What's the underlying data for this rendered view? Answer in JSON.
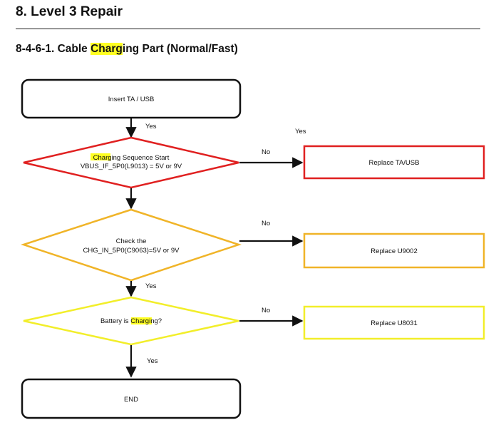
{
  "header": {
    "title": "8. Level 3 Repair",
    "section_prefix": "8-4-6-1. Cable ",
    "section_highlight": "Charg",
    "section_suffix": "ing Part (Normal/Fast)"
  },
  "colors": {
    "highlight": "#ffff22",
    "red": "#e02020",
    "orange": "#f0b428",
    "yellow": "#f2ee2a",
    "black": "#111111"
  },
  "nodes": {
    "start": {
      "label": "Insert TA / USB"
    },
    "decision1": {
      "line1_highlight": "Charg",
      "line1_rest": "ing Sequence Start",
      "line2": "VBUS_IF_5P0(L9013) = 5V or 9V"
    },
    "action1": {
      "label": "Replace TA/USB"
    },
    "decision2": {
      "line1": "Check the",
      "line2": "CHG_IN_5P0(C9063)=5V or 9V"
    },
    "action2": {
      "label": "Replace U9002"
    },
    "decision3": {
      "text_pre": "Battery is ",
      "text_highlight": "Charg",
      "text_post": "ing?"
    },
    "action3": {
      "label": "Replace U8031"
    },
    "end": {
      "label": "END"
    }
  },
  "edges": {
    "start_to_d1": "Yes",
    "d1_no": "No",
    "d1_no_extra": "Yes",
    "d2_no": "No",
    "d2_to_d3": "Yes",
    "d3_no": "No",
    "d3_to_end": "Yes"
  }
}
